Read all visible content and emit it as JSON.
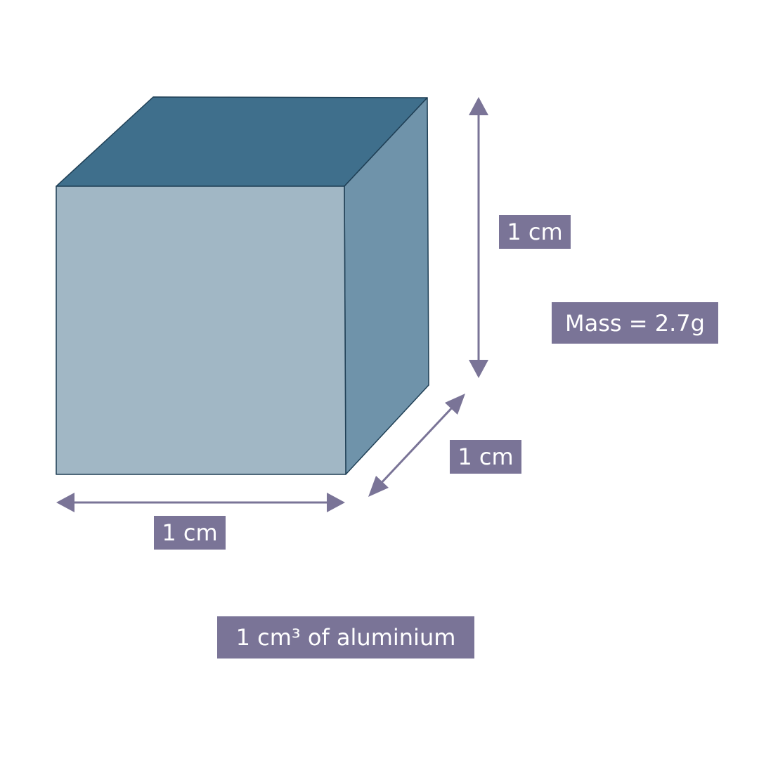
{
  "colors": {
    "front_face": "#a1b7c5",
    "top_face": "#3f6f8c",
    "side_face": "#6f93aa",
    "edge": "#1f3f55",
    "arrow": "#7a7497",
    "label_bg": "#7a7497",
    "label_text": "#ffffff",
    "background": "#ffffff"
  },
  "dimensions": {
    "width_label": "1 cm",
    "height_label": "1 cm",
    "depth_label": "1 cm"
  },
  "mass_label": "Mass = 2.7g",
  "caption": "1 cm³ of aluminium"
}
